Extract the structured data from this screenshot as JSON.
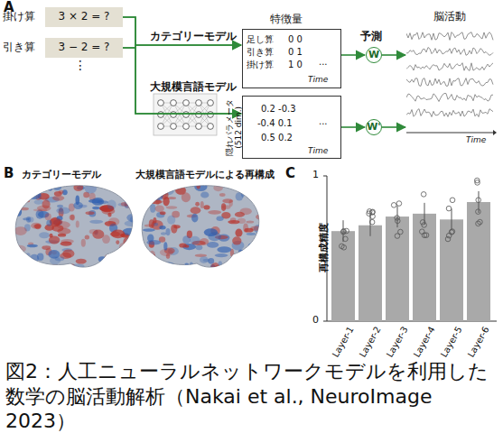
{
  "diagram": {
    "caption": "図2：人工ニューラルネットワークモデルを利用した数学の脳活動解析（Nakai et al., NeuroImage 2023）",
    "nodes": [
      {
        "text": [
          "掛け算",
          "3 × 2 = ?"
        ]
      },
      {
        "text": [
          "引き算",
          "3 − 2 = ?"
        ]
      },
      {
        "text": [
          "特徴量",
          "足し算",
          "引き算",
          "掛け算",
          "0 0",
          "0 1",
          "1 0",
          "...",
          "Time"
        ]
      },
      {
        "text": [
          "隠れパラメータ (512 dim.)",
          "0.2 -0.3",
          "-0.4 0.1",
          "0.5 0.2",
          "...",
          "Time"
        ]
      },
      {
        "text": [
          "W"
        ]
      },
      {
        "text": [
          "W'"
        ]
      },
      {
        "text": [
          "脳活動",
          "Time"
        ]
      }
    ],
    "edges": [
      {
        "from": 0,
        "to": 2,
        "arrow": "to",
        "label": "カテゴリーモデル"
      },
      {
        "from": 1,
        "to": 2,
        "arrow": "to"
      },
      {
        "from": 0,
        "to": 3,
        "arrow": "to",
        "label": "大規模言語モデル"
      },
      {
        "from": 1,
        "to": 3,
        "arrow": "to"
      },
      {
        "from": 2,
        "to": 4,
        "arrow": "to"
      },
      {
        "from": 4,
        "to": 6,
        "arrow": "to",
        "label": "予測"
      },
      {
        "from": 3,
        "to": 5,
        "arrow": "to"
      },
      {
        "from": 5,
        "to": 6,
        "arrow": "to"
      }
    ],
    "labels": [
      "A",
      "⋮",
      "B",
      "カテゴリーモデル",
      "大規模言語モデルによる再構成",
      "C",
      "再構成精度",
      "1",
      "0",
      "Layer-1",
      "Layer-2",
      "Layer-3",
      "Layer-4",
      "Layer-5",
      "Layer-6"
    ]
  }
}
